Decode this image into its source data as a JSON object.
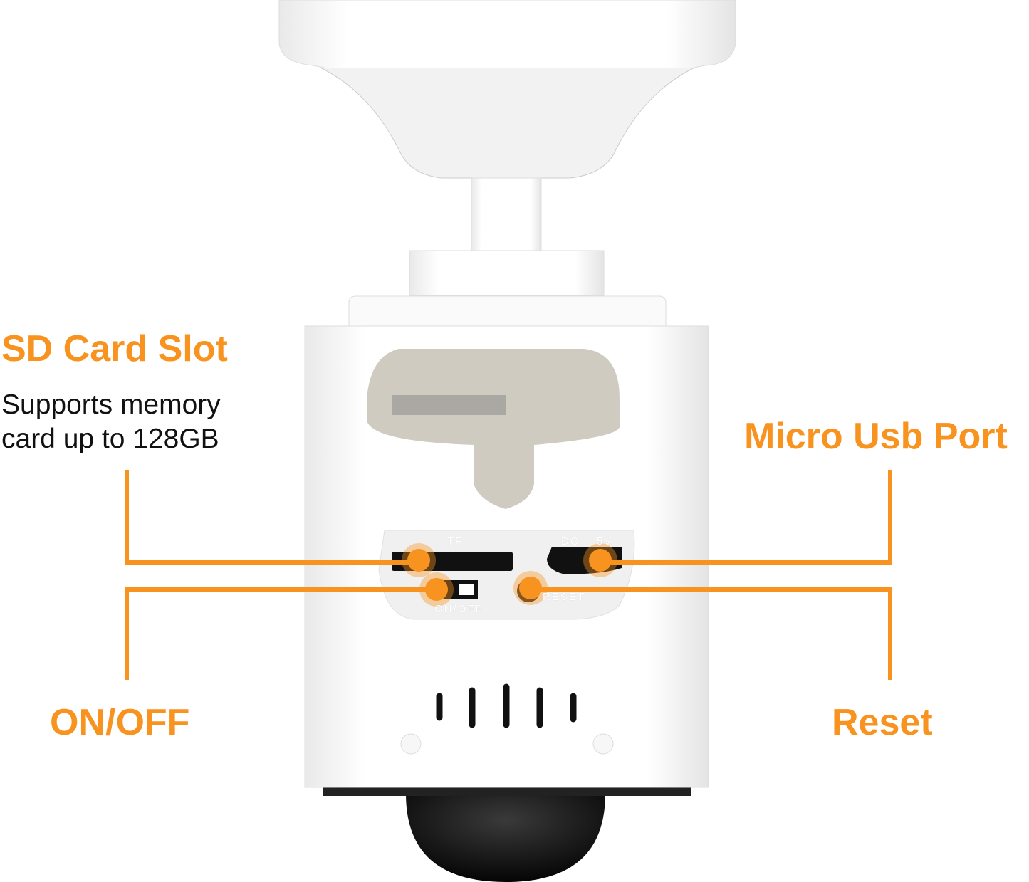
{
  "colors": {
    "accent": "#f7931e",
    "body": "#ffffff",
    "cover": "#cfcbc1",
    "dome": "#1a1a1a"
  },
  "callouts": {
    "sd_card": {
      "title": "SD Card Slot",
      "description_line1": "Supports memory",
      "description_line2": "card up to 128GB"
    },
    "micro_usb": {
      "title": "Micro Usb Port"
    },
    "on_off": {
      "title": "ON/OFF"
    },
    "reset": {
      "title": "Reset"
    }
  },
  "device_markings": {
    "tf": "TF",
    "dc": "DC",
    "voltage": "5V",
    "on_off": "ON/OFF",
    "reset": "RESET"
  }
}
